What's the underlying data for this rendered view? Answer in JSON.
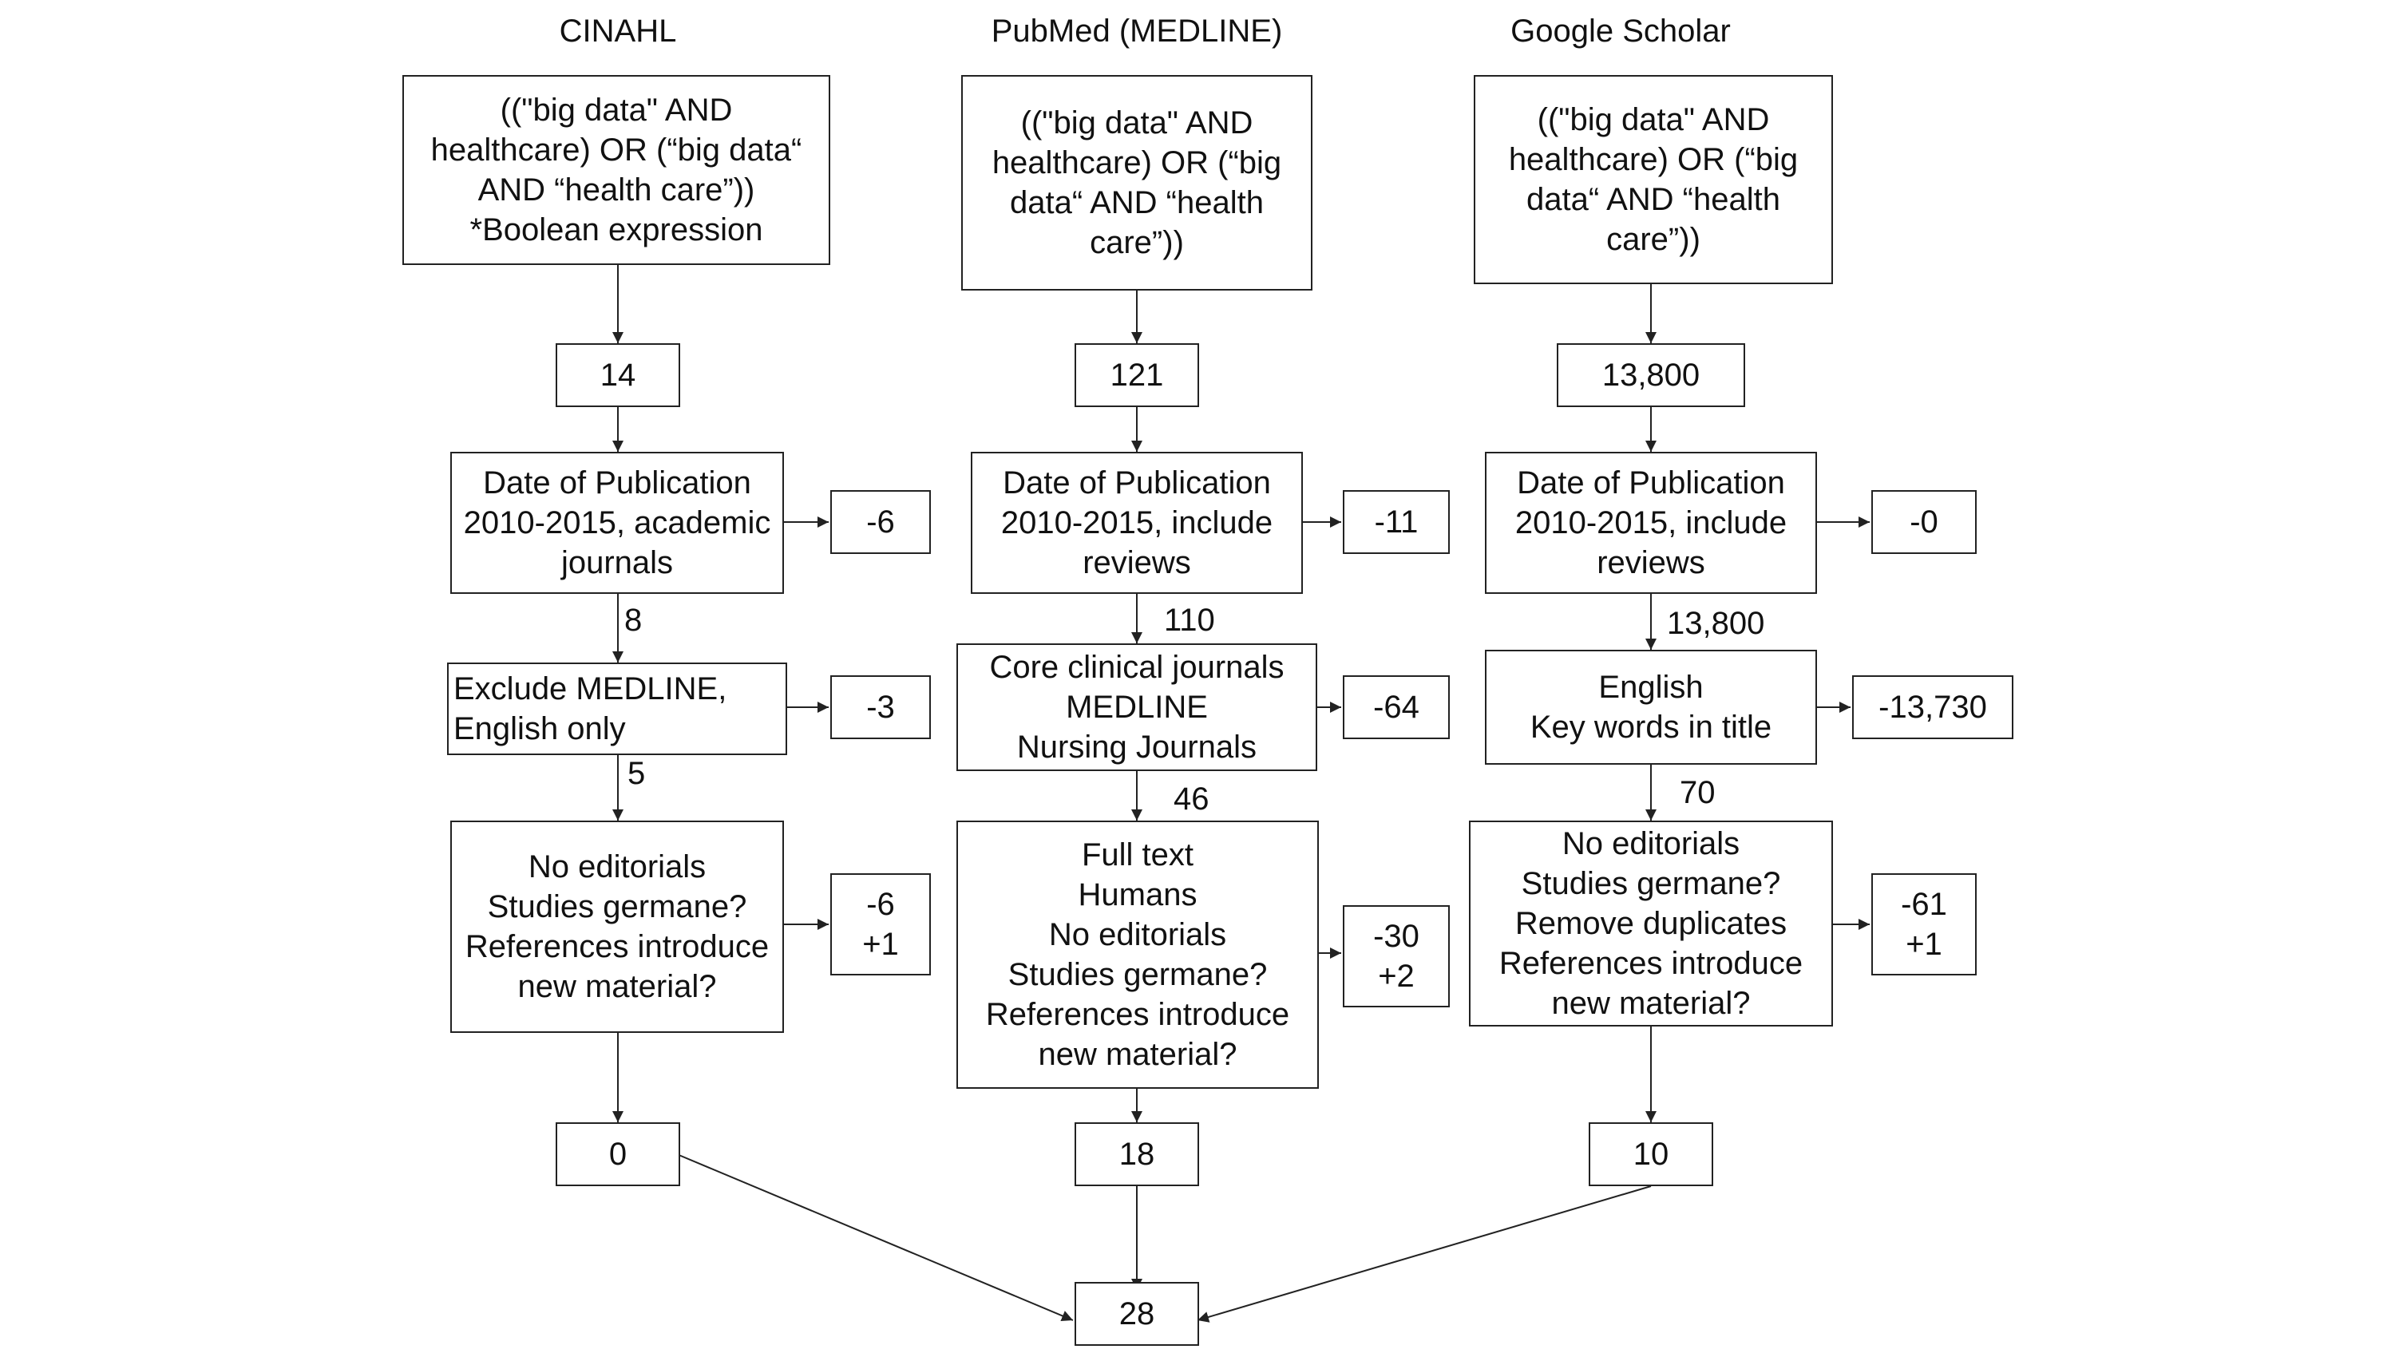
{
  "sources": {
    "cinahl": {
      "header": "CINAHL",
      "query": "((\"big data\" AND\nhealthcare) OR (“big data“\nAND “health care”))\n*Boolean expression",
      "count_initial": "14",
      "filter1": "Date of Publication\n2010-2015, academic\njournals",
      "filter1_removed": "-6",
      "after_filter1": "8",
      "filter2": "Exclude MEDLINE,\nEnglish only",
      "filter2_removed": "-3",
      "after_filter2": "5",
      "filter3": "No editorials\nStudies germane?\nReferences introduce\nnew material?",
      "filter3_change": "-6\n+1",
      "count_final": "0"
    },
    "pubmed": {
      "header": "PubMed (MEDLINE)",
      "query": "((\"big data\" AND\nhealthcare) OR (“big\ndata“ AND “health\ncare”))",
      "count_initial": "121",
      "filter1": "Date of Publication\n2010-2015, include\nreviews",
      "filter1_removed": "-11",
      "after_filter1": "110",
      "filter2": "Core clinical journals\nMEDLINE\nNursing Journals",
      "filter2_removed": "-64",
      "after_filter2": "46",
      "filter3": "Full text\nHumans\nNo editorials\nStudies germane?\nReferences introduce\nnew material?",
      "filter3_change": "-30\n+2",
      "count_final": "18"
    },
    "scholar": {
      "header": "Google Scholar",
      "query": "((\"big data\" AND\nhealthcare) OR (“big\ndata“ AND “health\ncare”))",
      "count_initial": "13,800",
      "filter1": "Date of Publication\n2010-2015, include\nreviews",
      "filter1_removed": "-0",
      "after_filter1": "13,800",
      "filter2": "English\nKey words in title",
      "filter2_removed": "-13,730",
      "after_filter2": "70",
      "filter3": "No editorials\nStudies germane?\nRemove duplicates\nReferences introduce\nnew material?",
      "filter3_change": "-61\n+1",
      "count_final": "10"
    }
  },
  "total": "28",
  "colors": {
    "line": "#222222",
    "box_border": "#222222",
    "text": "#111111"
  }
}
